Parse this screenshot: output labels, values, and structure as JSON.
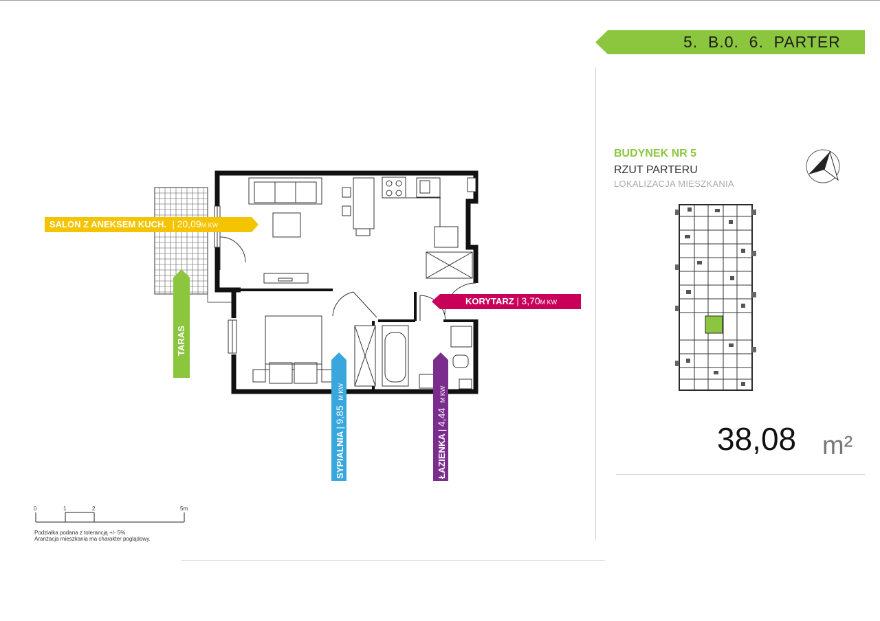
{
  "header": {
    "unit_code": "5.  B.0.  6.  PARTER"
  },
  "building": {
    "title": "BUDYNEK NR 5",
    "subtitle": "RZUT PARTERU",
    "location_label": "LOKALIZACJA MIESZKANIA"
  },
  "total_area": {
    "value": "38,08",
    "unit": "m²"
  },
  "rooms": {
    "salon": {
      "name": "SALON Z ANEKSEM KUCH.",
      "area": "20,09",
      "unit": "M KW",
      "color": "#f5c400"
    },
    "korytarz": {
      "name": "KORYTARZ",
      "area": "3,70",
      "unit": "M KW",
      "color": "#c8005a"
    },
    "taras": {
      "name": "TARAS",
      "color": "#8cc63f"
    },
    "sypialnia": {
      "name": "SYPIALNIA",
      "area": "9,85",
      "unit": "M KW",
      "color": "#3aa7dc"
    },
    "lazienka": {
      "name": "ŁAZIENKA",
      "area": "4,44",
      "unit": "M KW",
      "color": "#7b2d8e"
    }
  },
  "scale": {
    "labels": [
      "0",
      "1",
      "2",
      "5m"
    ]
  },
  "notes": [
    "Podziałka podana z tolerancją +/- 5%",
    "Aranżacja mieszkania ma charakter poglądowy."
  ],
  "colors": {
    "accent_green": "#8cc63f",
    "highlight_green": "#8cc63f"
  }
}
